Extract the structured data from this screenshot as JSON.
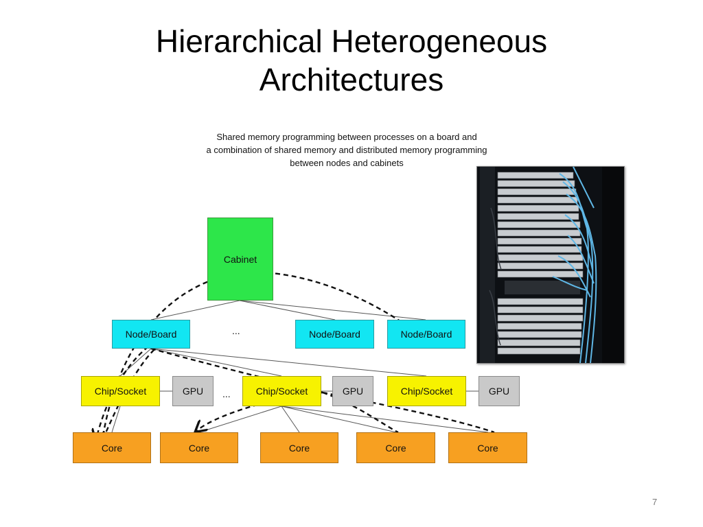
{
  "slide": {
    "title_line1": "Hierarchical Heterogeneous",
    "title_line2": "Architectures",
    "caption_line1": "Shared memory programming between processes on a board and",
    "caption_line2": "a combination of shared memory and distributed memory programming",
    "caption_line3": "between nodes and cabinets",
    "page_number": "7"
  },
  "diagram": {
    "cabinet": "Cabinet",
    "nodes": [
      "Node/Board",
      "Node/Board",
      "Node/Board"
    ],
    "chips": [
      "Chip/Socket",
      "Chip/Socket",
      "Chip/Socket"
    ],
    "gpus": [
      "GPU",
      "GPU",
      "GPU"
    ],
    "cores": [
      "Core",
      "Core",
      "Core",
      "Core",
      "Core"
    ],
    "ellipsis": "..."
  },
  "photo": {
    "subject": "server-rack-photo"
  }
}
